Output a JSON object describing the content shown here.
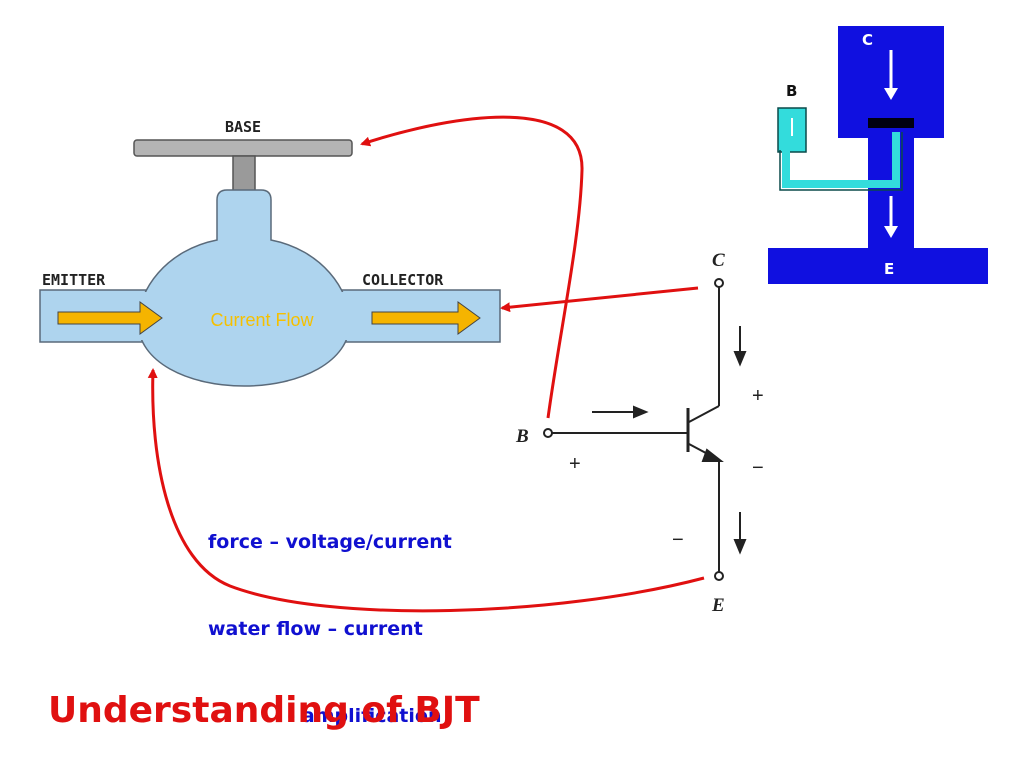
{
  "valve": {
    "base_label": "BASE",
    "emitter_label": "EMITTER",
    "collector_label": "COLLECTOR",
    "flow_label": "Current Flow"
  },
  "water_model": {
    "c_label": "C",
    "b_label": "B",
    "e_label": "E"
  },
  "symbol": {
    "c_label": "C",
    "b_label": "B",
    "e_label": "E",
    "plus_1": "+",
    "plus_2": "+",
    "minus_1": "−",
    "minus_2": "−"
  },
  "notes": {
    "line1": "force – voltage/current",
    "line2": "water flow – current",
    "line3": "            - amplification"
  },
  "title": "Understanding of BJT",
  "colors": {
    "pipe": "#aed4ee",
    "water_dark": "#1010e0",
    "water_light": "#33dcdc",
    "flow_arrow": "#f5b400",
    "pointer": "#e01010",
    "notes": "#1010d0",
    "title": "#e01010"
  }
}
